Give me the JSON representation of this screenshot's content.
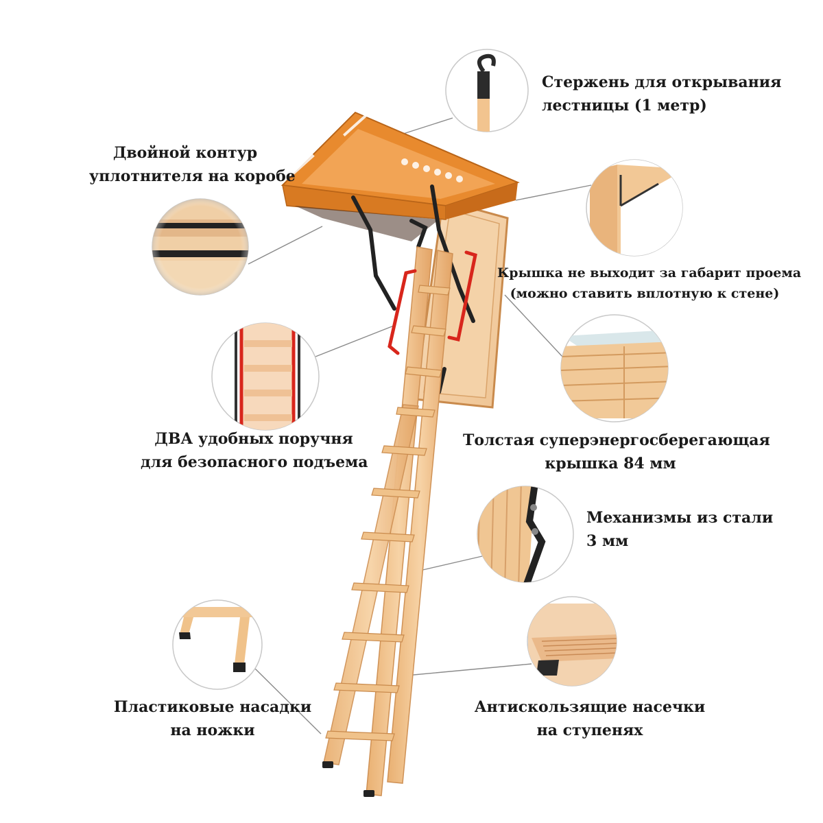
{
  "callouts": {
    "rod": {
      "lines": [
        "Стержень для открывания",
        "лестницы (1 метр)"
      ]
    },
    "seal": {
      "lines": [
        "Двойной контур",
        "уплотнителя на коробе"
      ]
    },
    "lid_fit": {
      "lines": [
        "Крышка не выходит за габарит проема",
        "(можно ставить вплотную к стене)"
      ]
    },
    "handrails": {
      "lines": [
        "ДВА удобных поручня",
        "для безопасного подъема"
      ]
    },
    "thick_lid": {
      "lines": [
        "Толстая суперэнергосберегающая",
        "крышка 84 мм"
      ]
    },
    "steel": {
      "lines": [
        "Механизмы из стали",
        "3 мм"
      ]
    },
    "feet": {
      "lines": [
        "Пластиковые насадки",
        "на ножки"
      ]
    },
    "antislip": {
      "lines": [
        "Антискользящие насечки",
        "на ступенях"
      ]
    }
  },
  "colors": {
    "wood": "#f2c48f",
    "wood_dark": "#d99a5c",
    "box_orange": "#e88a2e",
    "handrail_red": "#d8261c",
    "steel_black": "#222222"
  }
}
